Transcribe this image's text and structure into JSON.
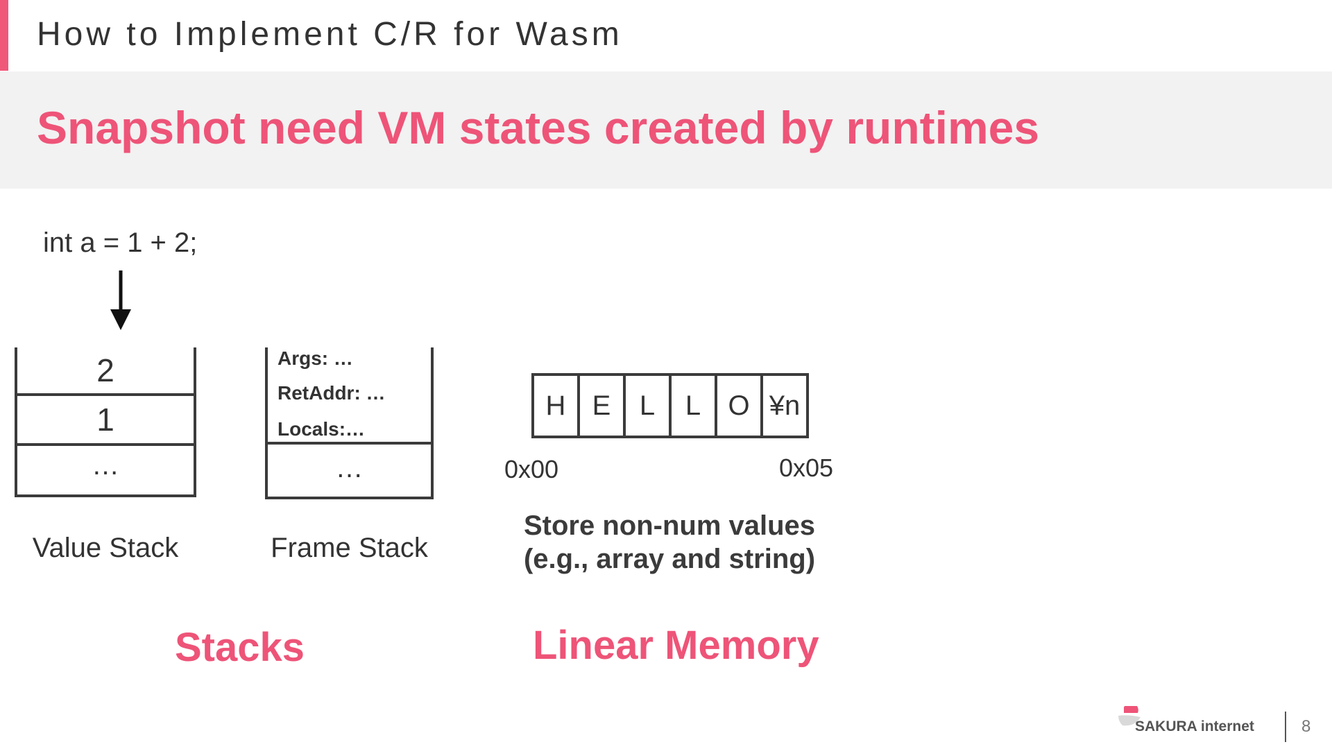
{
  "header": {
    "section_title": "How to Implement C/R for Wasm",
    "headline": "Snapshot need VM states created by runtimes",
    "accent_color": "#ee5478"
  },
  "code": {
    "line": "int a = 1 + 2;"
  },
  "stacks": {
    "value_stack": {
      "cells": [
        "2",
        "1",
        "…"
      ],
      "caption": "Value Stack"
    },
    "frame_stack": {
      "fields": [
        "Args: …",
        "RetAddr: …",
        "Locals:…"
      ],
      "ellipsis": "…",
      "caption": "Frame Stack"
    },
    "label": "Stacks"
  },
  "linear_memory": {
    "cells": [
      "H",
      "E",
      "L",
      "L",
      "O",
      "¥n"
    ],
    "start_address": "0x00",
    "end_address": "0x05",
    "description_line1": "Store non-num values",
    "description_line2": "(e.g., array and  string)",
    "label": "Linear Memory"
  },
  "footer": {
    "brand": "SAKURA internet",
    "logo_icon": "sakura-logo-icon",
    "page_number": "8"
  }
}
